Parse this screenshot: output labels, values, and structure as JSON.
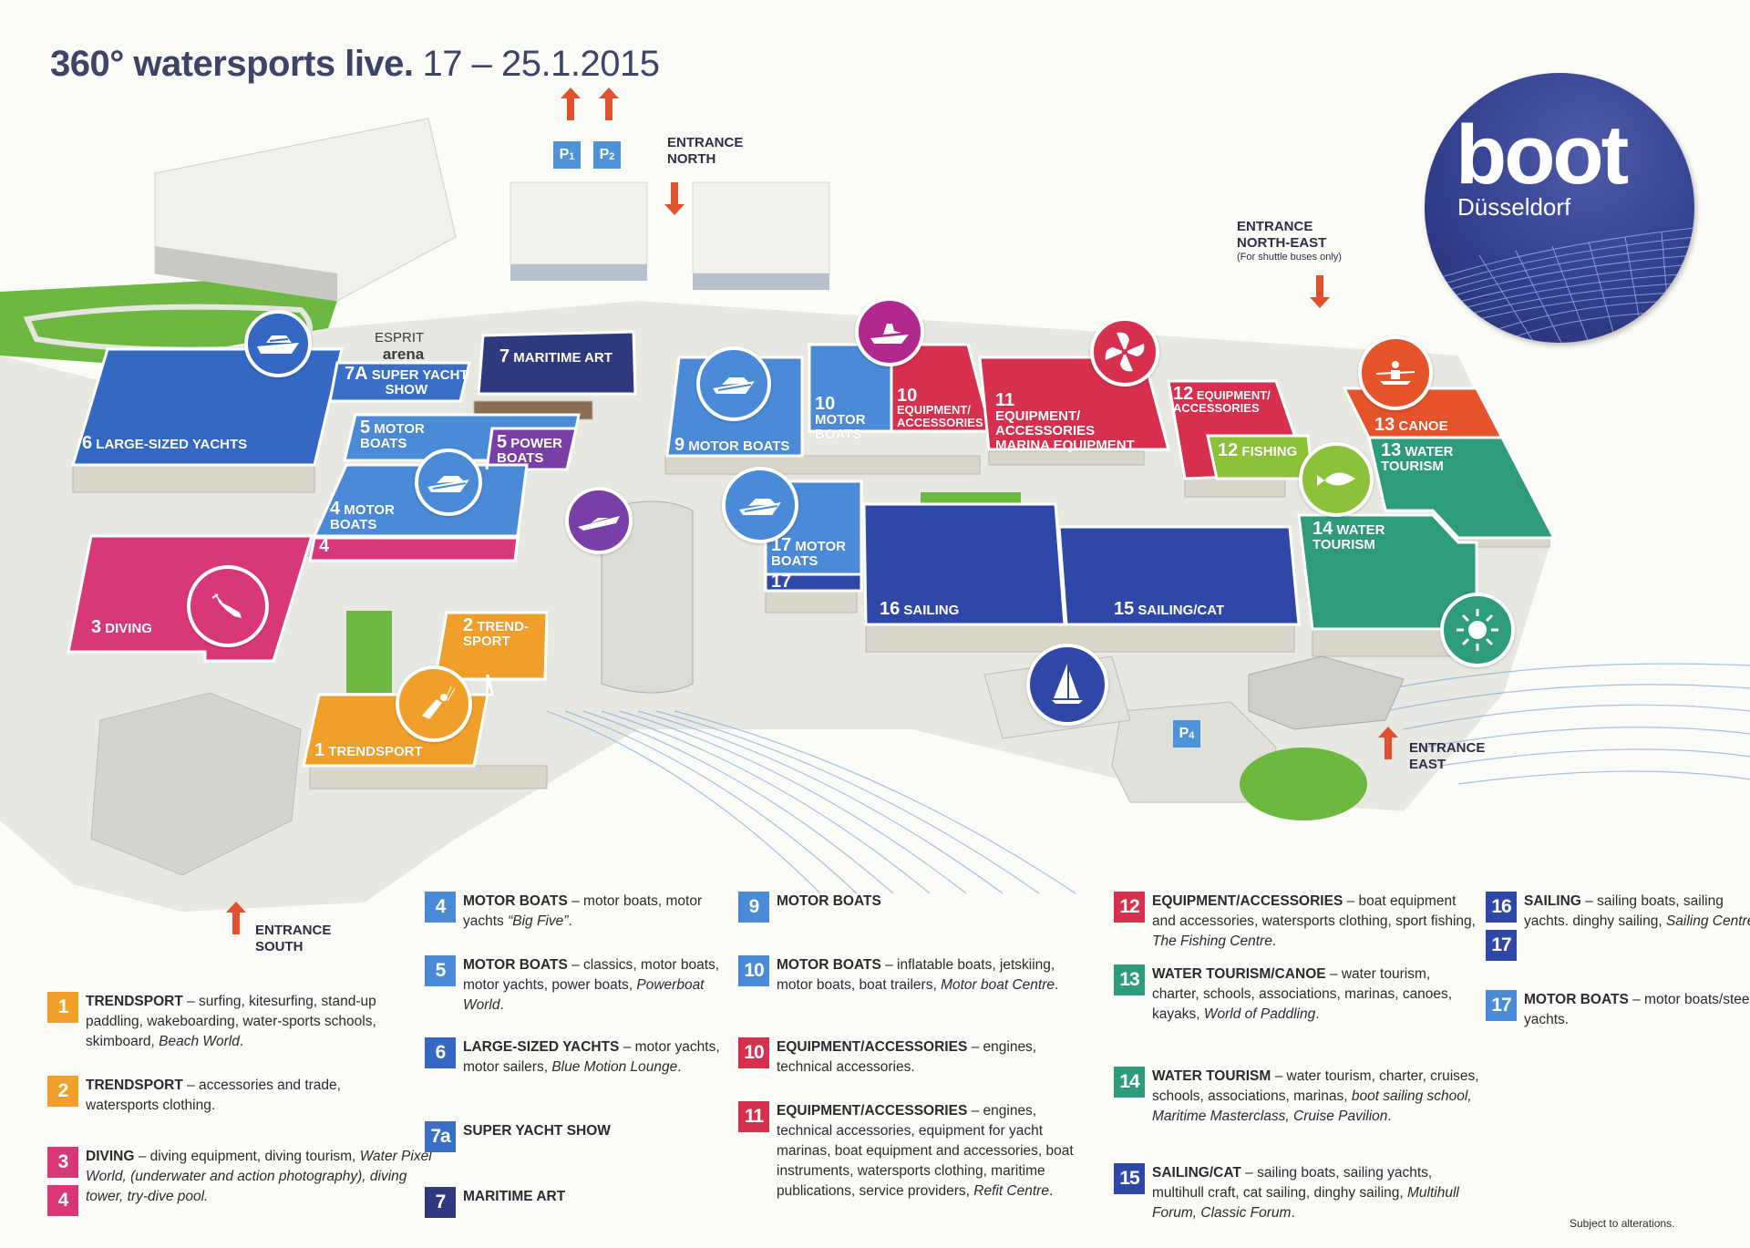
{
  "header": {
    "title_bold": "360° watersports live.",
    "title_dates": "17 – 25.1.2015"
  },
  "logo": {
    "wordmark": "boot",
    "city": "Düsseldorf",
    "brand_color": "#33408e"
  },
  "colors": {
    "motor_light": "#4a8ad6",
    "motor_mid": "#3a6fc8",
    "large_yachts": "#3568c2",
    "maritime_art": "#2f3a7e",
    "power_boats": "#7a3fa6",
    "diving": "#d93878",
    "trendsport": "#f0a02a",
    "equipment": "#d6304e",
    "fishing": "#8cc13a",
    "canoe": "#e4532a",
    "water_tourism": "#2e9c7a",
    "sailing": "#2f48a8",
    "entrance_arrow": "#e0502a",
    "parking": "#4e93d8"
  },
  "map": {
    "arena": {
      "brand": "ESPRIT",
      "name": "arena"
    },
    "parking": [
      {
        "label": "P",
        "sub": "1"
      },
      {
        "label": "P",
        "sub": "2"
      },
      {
        "label": "P",
        "sub": "4"
      }
    ],
    "entrances": [
      {
        "id": "north",
        "label": "ENTRANCE\nNORTH"
      },
      {
        "id": "north-east",
        "label": "ENTRANCE\nNORTH-EAST",
        "note": "(For shuttle buses only)"
      },
      {
        "id": "east",
        "label": "ENTRANCE\nEAST"
      },
      {
        "id": "south",
        "label": "ENTRANCE\nSOUTH"
      }
    ],
    "halls": [
      {
        "id": "6",
        "num": "6",
        "name": "LARGE-SIZED YACHTS",
        "icon": "yacht-icon"
      },
      {
        "id": "7a",
        "num": "7a",
        "name": "SUPER YACHT\nSHOW"
      },
      {
        "id": "7",
        "num": "7",
        "name": "MARITIME ART"
      },
      {
        "id": "5",
        "num": "5",
        "name": "MOTOR\nBOATS"
      },
      {
        "id": "5p",
        "num": "5",
        "name": "POWER\nBOATS",
        "icon": "powerboat-icon"
      },
      {
        "id": "4",
        "num": "4",
        "name": "MOTOR\nBOATS",
        "icon": "motorboat-icon"
      },
      {
        "id": "4d",
        "num": "4",
        "name": ""
      },
      {
        "id": "3",
        "num": "3",
        "name": "DIVING",
        "icon": "diver-icon"
      },
      {
        "id": "2",
        "num": "2",
        "name": "TREND-\nSPORT"
      },
      {
        "id": "1",
        "num": "1",
        "name": "TRENDSPORT",
        "icon": "kitesurfer-icon"
      },
      {
        "id": "9",
        "num": "9",
        "name": "MOTOR BOATS",
        "icon": "motorboat-icon"
      },
      {
        "id": "10m",
        "num": "10",
        "name": "MOTOR\nBOATS",
        "icon": "jetski-icon"
      },
      {
        "id": "10e",
        "num": "10",
        "name": "EQUIPMENT/\nACCESSORIES"
      },
      {
        "id": "11",
        "num": "11",
        "name": "EQUIPMENT/\nACCESSORIES\nMARINA EQUIPMENT",
        "icon": "propeller-icon"
      },
      {
        "id": "12",
        "num": "12",
        "name": "EQUIPMENT/\nACCESSORIES"
      },
      {
        "id": "12f",
        "num": "12",
        "name": "FISHING",
        "icon": "fish-icon"
      },
      {
        "id": "13c",
        "num": "13",
        "name": "CANOE",
        "icon": "canoe-icon"
      },
      {
        "id": "13",
        "num": "13",
        "name": "WATER\nTOURISM"
      },
      {
        "id": "14",
        "num": "14",
        "name": "WATER\nTOURISM",
        "icon": "sun-icon"
      },
      {
        "id": "17",
        "num": "17",
        "name": "MOTOR\nBOATS",
        "icon": "motorboat-icon"
      },
      {
        "id": "17s",
        "num": "17",
        "name": ""
      },
      {
        "id": "16",
        "num": "16",
        "name": "SAILING",
        "icon": "sailboat-icon"
      },
      {
        "id": "15",
        "num": "15",
        "name": "SAILING/CAT"
      }
    ]
  },
  "legend": [
    {
      "badges": [
        {
          "num": "1",
          "color": "#f0a02a"
        }
      ],
      "title": "TRENDSPORT",
      "text": " – surfing, kitesurfing, stand-up paddling, wakeboarding, water-sports schools, skimboard, ",
      "italic": "Beach World",
      "tail": "."
    },
    {
      "badges": [
        {
          "num": "2",
          "color": "#f0a02a"
        }
      ],
      "title": "TRENDSPORT",
      "text": " – accessories and trade, watersports clothing.",
      "italic": "",
      "tail": ""
    },
    {
      "badges": [
        {
          "num": "3",
          "color": "#d93878"
        },
        {
          "num": "4",
          "color": "#d93878"
        }
      ],
      "title": "DIVING",
      "text": " – diving equipment, diving tourism, ",
      "italic": "Water Pixel World, (underwater and action photography), diving tower, try-dive pool.",
      "tail": ""
    },
    {
      "badges": [
        {
          "num": "4",
          "color": "#4a8ad6"
        }
      ],
      "title": "MOTOR BOATS",
      "text": " – motor boats, motor yachts ",
      "italic": "“Big Five”",
      "tail": "."
    },
    {
      "badges": [
        {
          "num": "5",
          "color": "#4a8ad6"
        }
      ],
      "title": "MOTOR BOATS",
      "text": " – classics, motor boats, motor yachts, power boats, ",
      "italic": "Powerboat World",
      "tail": "."
    },
    {
      "badges": [
        {
          "num": "6",
          "color": "#3568c2"
        }
      ],
      "title": "LARGE-SIZED YACHTS",
      "text": " – motor yachts, motor sailers, ",
      "italic": "Blue Motion Lounge",
      "tail": "."
    },
    {
      "badges": [
        {
          "num": "7a",
          "color": "#3a6fc8"
        }
      ],
      "title": "SUPER YACHT SHOW",
      "text": "",
      "italic": "",
      "tail": ""
    },
    {
      "badges": [
        {
          "num": "7",
          "color": "#2f3a7e"
        }
      ],
      "title": "MARITIME ART",
      "text": "",
      "italic": "",
      "tail": ""
    },
    {
      "badges": [
        {
          "num": "9",
          "color": "#4a8ad6"
        }
      ],
      "title": "MOTOR BOATS",
      "text": "",
      "italic": "",
      "tail": ""
    },
    {
      "badges": [
        {
          "num": "10",
          "color": "#4a8ad6"
        }
      ],
      "title": "MOTOR BOATS",
      "text": " – inflatable boats, jetskiing, motor boats, boat trailers, ",
      "italic": "Motor boat Centre",
      "tail": "."
    },
    {
      "badges": [
        {
          "num": "10",
          "color": "#d6304e"
        }
      ],
      "title": "EQUIPMENT/ACCESSORIES",
      "text": " – engines, technical accessories.",
      "italic": "",
      "tail": ""
    },
    {
      "badges": [
        {
          "num": "11",
          "color": "#d6304e"
        }
      ],
      "title": "EQUIPMENT/ACCESSORIES",
      "text": " – engines, technical accessories, equipment for yacht marinas, boat equipment and accessories, boat instruments, watersports clothing, maritime publications, service providers, ",
      "italic": "Refit Centre",
      "tail": "."
    },
    {
      "badges": [
        {
          "num": "12",
          "color": "#d6304e"
        }
      ],
      "title": "EQUIPMENT/ACCESSORIES",
      "text": " – boat equipment and accessories, watersports clothing, sport fishing, ",
      "italic": "The Fishing Centre",
      "tail": "."
    },
    {
      "badges": [
        {
          "num": "13",
          "color": "#2e9c7a"
        }
      ],
      "title": "WATER TOURISM/CANOE",
      "text": " – water tourism, charter, schools, associations, marinas, canoes, kayaks, ",
      "italic": "World of Paddling",
      "tail": "."
    },
    {
      "badges": [
        {
          "num": "14",
          "color": "#2e9c7a"
        }
      ],
      "title": "WATER TOURISM",
      "text": "  – water tourism, charter, cruises, schools, associations, marinas, ",
      "italic": "boot sailing school, Maritime Masterclass, Cruise Pavilion",
      "tail": "."
    },
    {
      "badges": [
        {
          "num": "15",
          "color": "#2f48a8"
        }
      ],
      "title": "SAILING/CAT",
      "text": " – sailing boats, sailing yachts, multihull craft, cat sailing, dinghy sailing, ",
      "italic": "Multihull Forum, Classic Forum",
      "tail": "."
    },
    {
      "badges": [
        {
          "num": "16",
          "color": "#2f48a8"
        },
        {
          "num": "17",
          "color": "#2f48a8"
        }
      ],
      "title": "SAILING",
      "text": " – sailing boats, sailing yachts. dinghy sailing, ",
      "italic": "Sailing Centre",
      "tail": "."
    },
    {
      "badges": [
        {
          "num": "17",
          "color": "#4a8ad6"
        }
      ],
      "title": "MOTOR BOATS",
      "text": " – motor boats/steel yachts.",
      "italic": "",
      "tail": ""
    }
  ],
  "footer": {
    "note": "Subject to alterations."
  }
}
